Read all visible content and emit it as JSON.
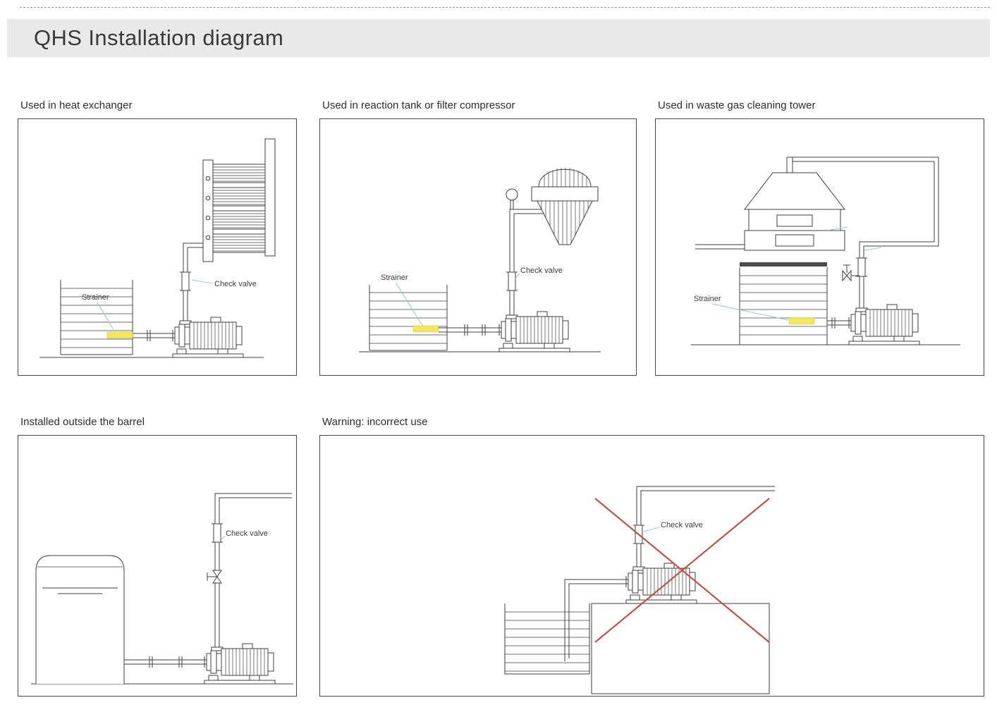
{
  "page": {
    "title": "QHS Installation diagram"
  },
  "panels": [
    {
      "id": "heat-exchanger",
      "title": "Used in heat exchanger",
      "labels": {
        "strainer": "Strainer",
        "check_valve": "Check valve"
      }
    },
    {
      "id": "reaction-tank",
      "title": "Used in reaction tank or filter compressor",
      "labels": {
        "strainer": "Strainer",
        "check_valve": "Check valve"
      }
    },
    {
      "id": "waste-gas-tower",
      "title": "Used in waste gas cleaning tower",
      "labels": {
        "strainer": "Strainer"
      }
    },
    {
      "id": "outside-barrel",
      "title": "Installed outside the barrel",
      "labels": {
        "check_valve": "Check valve"
      }
    },
    {
      "id": "warning",
      "title": "Warning: incorrect use",
      "labels": {
        "check_valve": "Check valve"
      }
    }
  ],
  "colors": {
    "header_background": "#e9e9e9",
    "line": "#3f3f3f",
    "strainer_highlight": "#f3e75e",
    "leader_line": "#93ccd5",
    "warning_cross": "#bf5148"
  }
}
